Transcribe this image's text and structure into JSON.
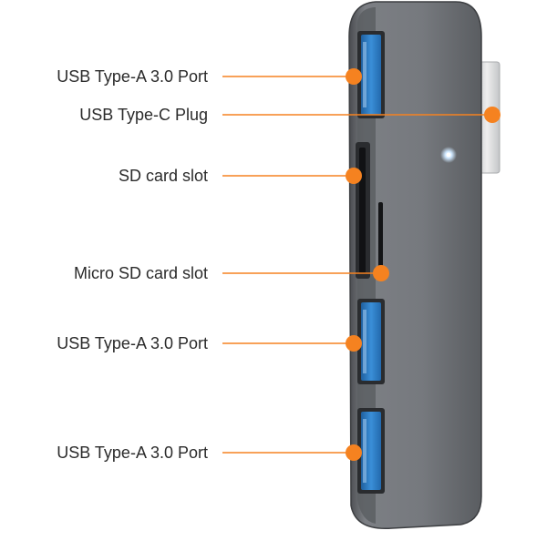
{
  "diagram": {
    "callouts": [
      {
        "label": "USB Type-A 3.0 Port"
      },
      {
        "label": "USB Type-C Plug"
      },
      {
        "label": "SD card slot"
      },
      {
        "label": "Micro SD card slot"
      },
      {
        "label": "USB Type-A 3.0 Port"
      },
      {
        "label": "USB Type-A 3.0 Port"
      }
    ],
    "colors": {
      "callout": "#F58220",
      "hub_body": "#6f7276",
      "hub_edge": "#3d3f42",
      "usb_blue": "#2f7fc8",
      "indicator": "#cfe8ff"
    }
  }
}
